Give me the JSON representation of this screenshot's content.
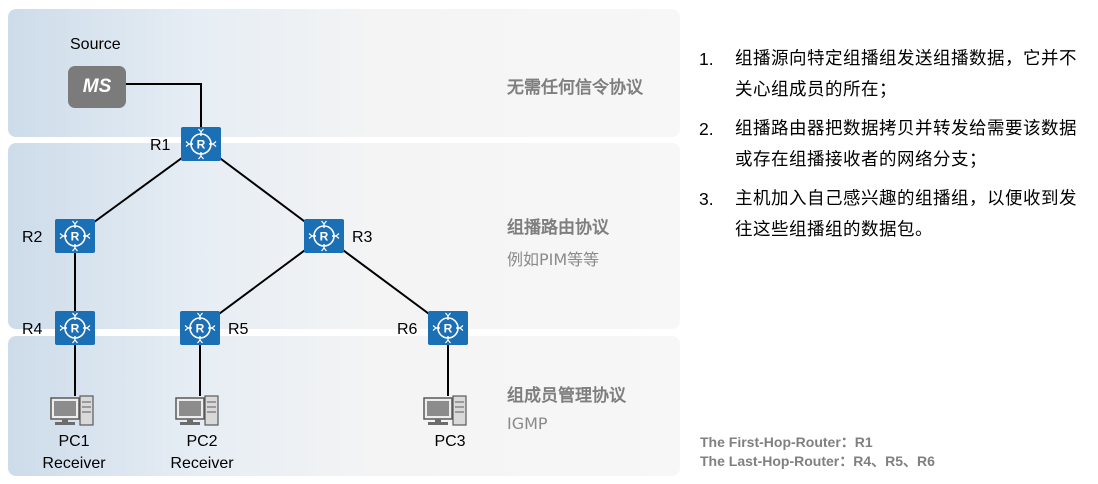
{
  "layers": [
    {
      "title": "无需任何信令协议",
      "sub": ""
    },
    {
      "title": "组播路由协议",
      "sub": "例如PIM等等"
    },
    {
      "title": "组成员管理协议",
      "sub": "IGMP"
    }
  ],
  "source": {
    "label": "Source",
    "box_text": "MS"
  },
  "routers": {
    "r1": "R1",
    "r2": "R2",
    "r3": "R3",
    "r4": "R4",
    "r5": "R5",
    "r6": "R6"
  },
  "hosts": [
    {
      "name": "PC1",
      "role": "Receiver"
    },
    {
      "name": "PC2",
      "role": "Receiver"
    },
    {
      "name": "PC3",
      "role": ""
    }
  ],
  "steps": [
    {
      "num": "1.",
      "text": "组播源向特定组播组发送组播数据，它并不关心组成员的所在；"
    },
    {
      "num": "2.",
      "text": "组播路由器把数据拷贝并转发给需要该数据或存在组播接收者的网络分支；"
    },
    {
      "num": "3.",
      "text": "主机加入自己感兴趣的组播组，以便收到发往这些组播组的数据包。"
    }
  ],
  "hop_info": {
    "first": "The First-Hop-Router：R1",
    "last": "The Last-Hop-Router：R4、R5、R6"
  },
  "icons": {
    "router": "router-icon",
    "pc": "pc-icon",
    "server": "server-box"
  },
  "colors": {
    "router_fill": "#1b6fb5",
    "band_left": "#cddcea",
    "title_gray": "#7f7f7f"
  }
}
